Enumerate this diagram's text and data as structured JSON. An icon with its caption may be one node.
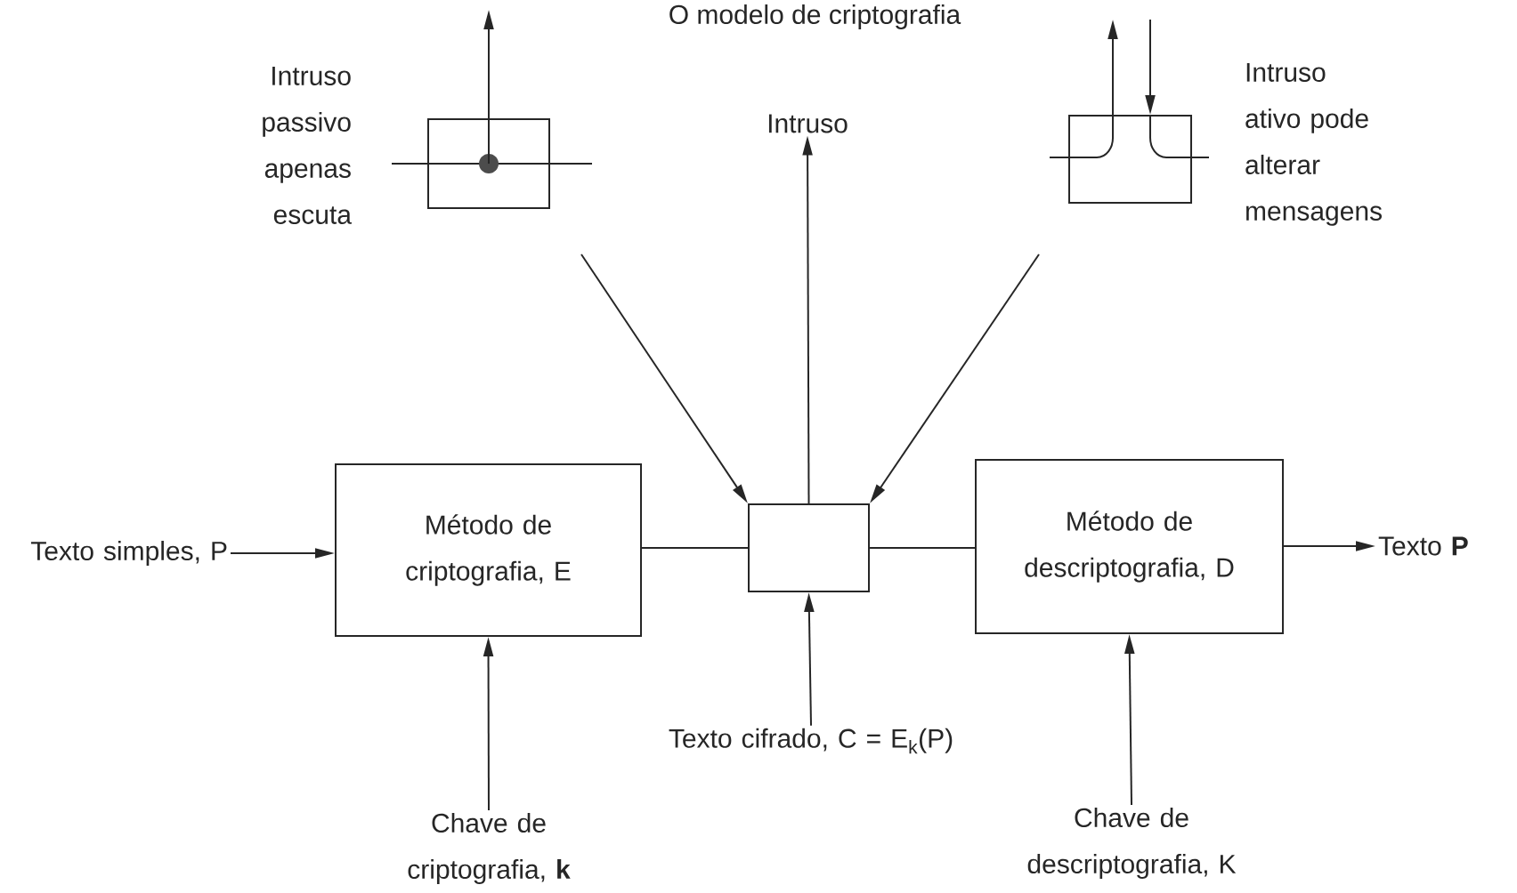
{
  "diagram": {
    "title": "O modelo de criptografia",
    "nodes": [
      {
        "text": [
          "Intruso passivo apenas escuta"
        ]
      },
      {
        "text": [],
        "shape": "box"
      },
      {
        "text": [
          "Intruso"
        ]
      },
      {
        "text": [],
        "shape": "box"
      },
      {
        "text": [
          "Intruso ativo pode alterar mensagens"
        ]
      },
      {
        "text": [
          "Texto simples, P"
        ]
      },
      {
        "text": [
          "Método de criptografia, E"
        ]
      },
      {
        "text": [],
        "shape": "box"
      },
      {
        "text": [
          "Método de descriptografia, D"
        ]
      },
      {
        "text": [
          "Texto **P**"
        ]
      },
      {
        "text": [
          "Texto cifrado, C = E$_{k}$(P)"
        ]
      },
      {
        "text": [
          "Chave de criptografia, **k**"
        ]
      },
      {
        "text": [
          "Chave de descriptografia, K"
        ]
      }
    ],
    "edges": [
      {
        "from": 5,
        "to": 6,
        "arrow": "to"
      },
      {
        "from": 6,
        "to": 7,
        "arrow": "none"
      },
      {
        "from": 7,
        "to": 8,
        "arrow": "none"
      },
      {
        "from": 8,
        "to": 9,
        "arrow": "to"
      },
      {
        "from": 10,
        "to": 7,
        "arrow": "to"
      },
      {
        "from": 11,
        "to": 6,
        "arrow": "to"
      },
      {
        "from": 12,
        "to": 8,
        "arrow": "to"
      },
      {
        "from": 7,
        "to": 2,
        "arrow": "to"
      },
      {
        "from": 1,
        "to": 7,
        "arrow": "to"
      },
      {
        "from": 3,
        "to": 7,
        "arrow": "to"
      },
      {
        "from": 1,
        "to": null,
        "arrow": "to"
      },
      {
        "from": 3,
        "to": null,
        "arrow": "to"
      },
      {
        "from": null,
        "to": 3,
        "arrow": "to"
      }
    ]
  }
}
